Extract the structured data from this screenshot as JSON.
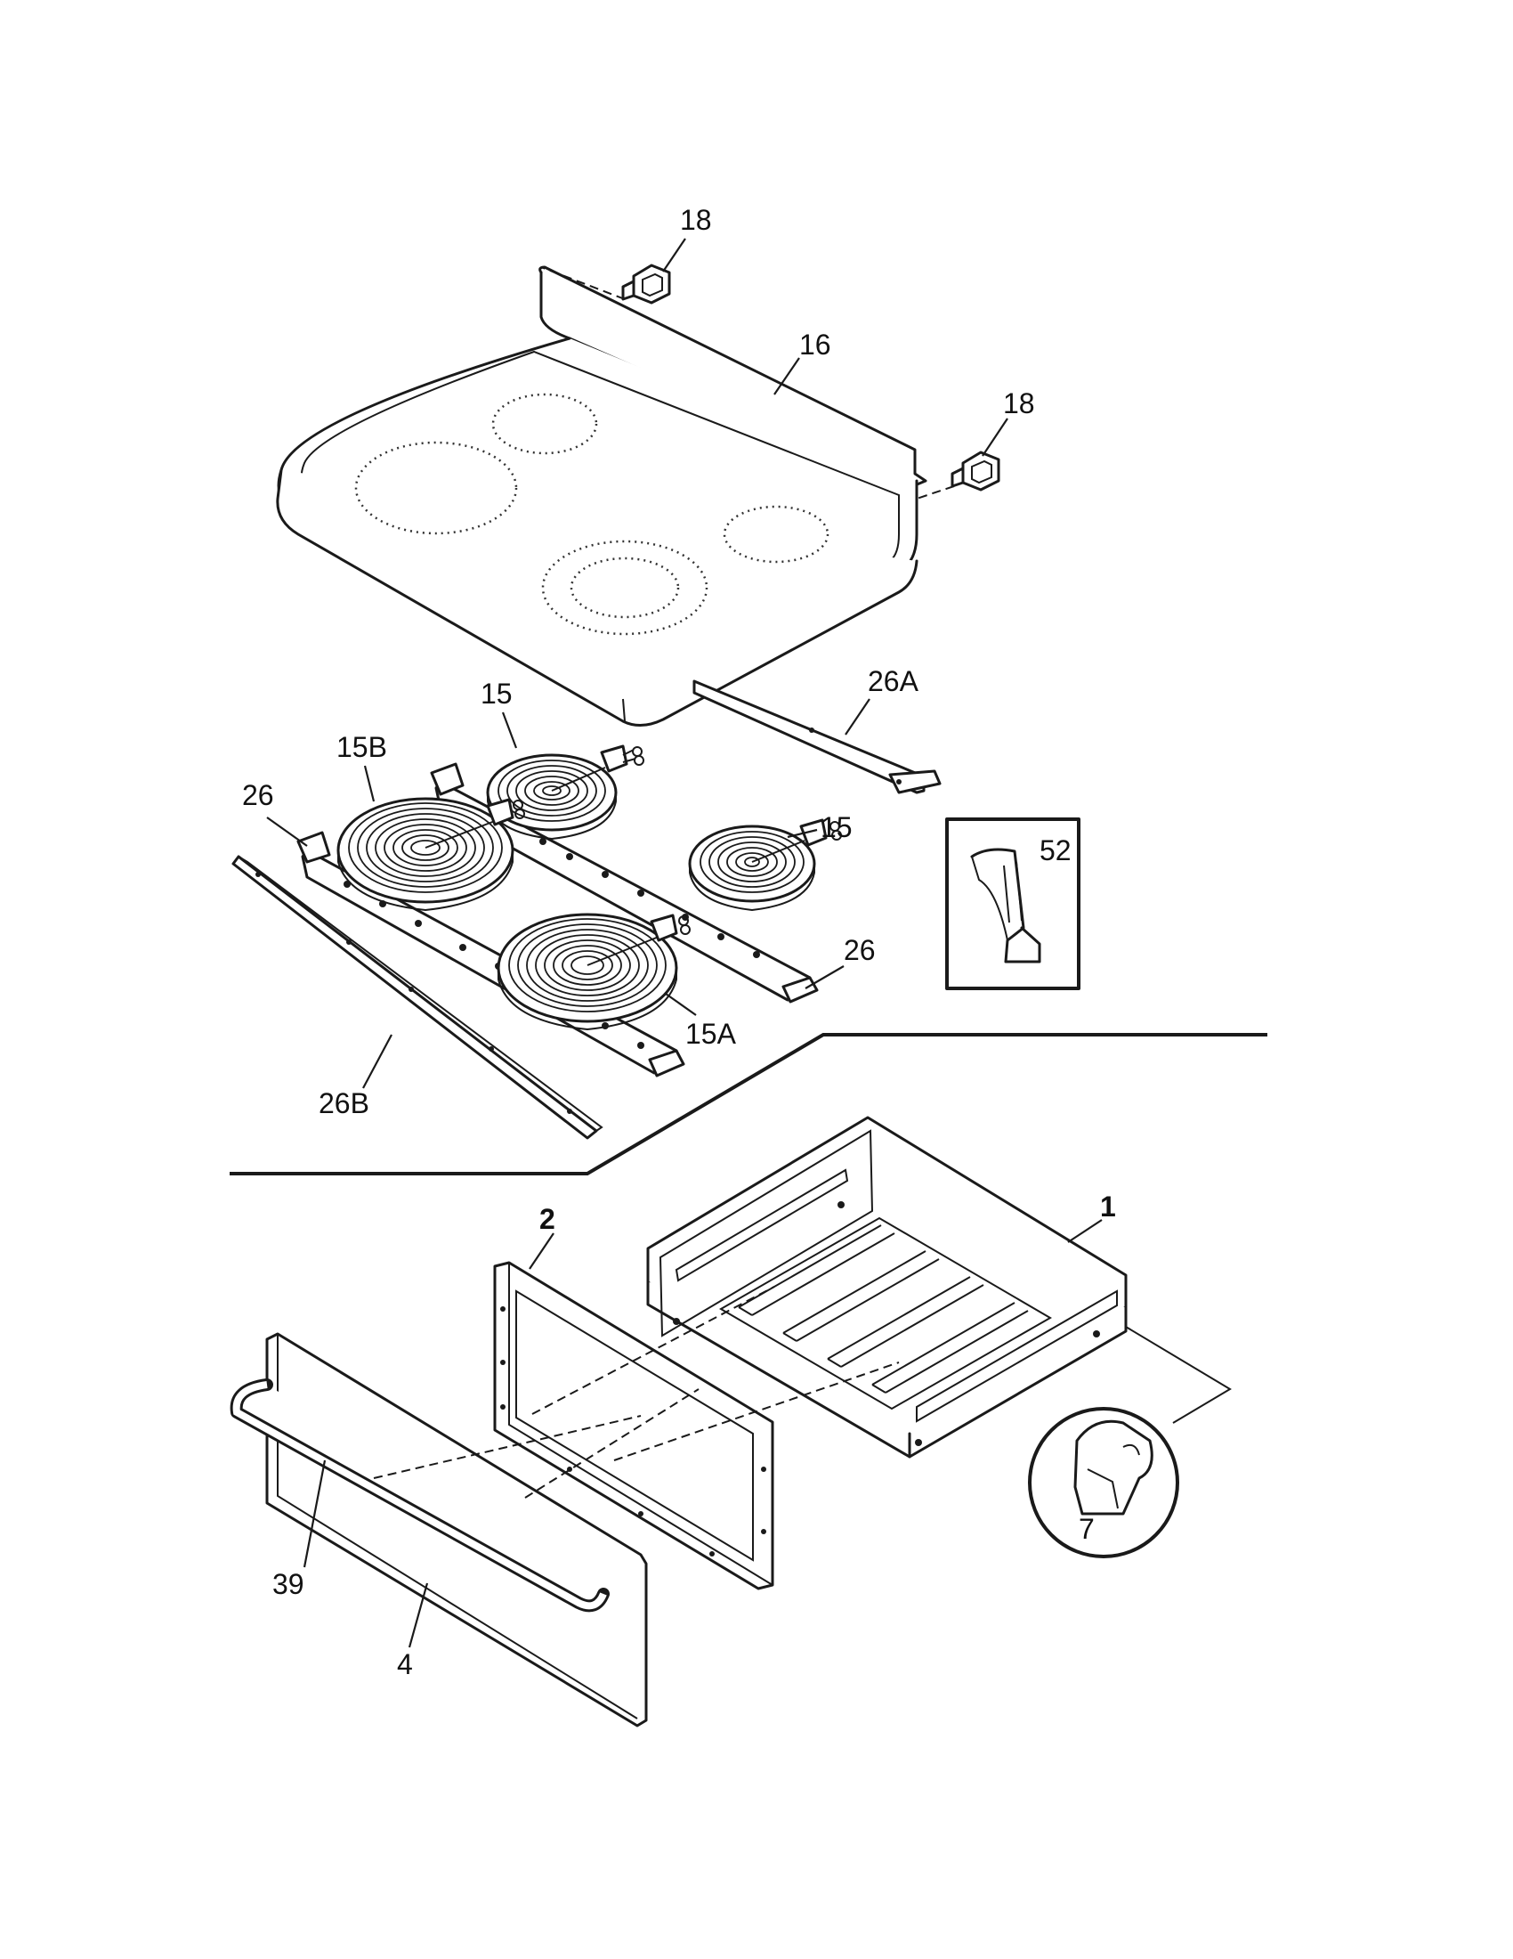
{
  "callouts": {
    "c18_top": "18",
    "c16": "16",
    "c18_right": "18",
    "c26A": "26A",
    "c15_top": "15",
    "c15B": "15B",
    "c26_left": "26",
    "c15_right": "15",
    "c52": "52",
    "c26_right": "26",
    "c15A": "15A",
    "c26B": "26B",
    "c1": "1",
    "c2": "2",
    "c39": "39",
    "c4": "4",
    "c7": "7"
  }
}
